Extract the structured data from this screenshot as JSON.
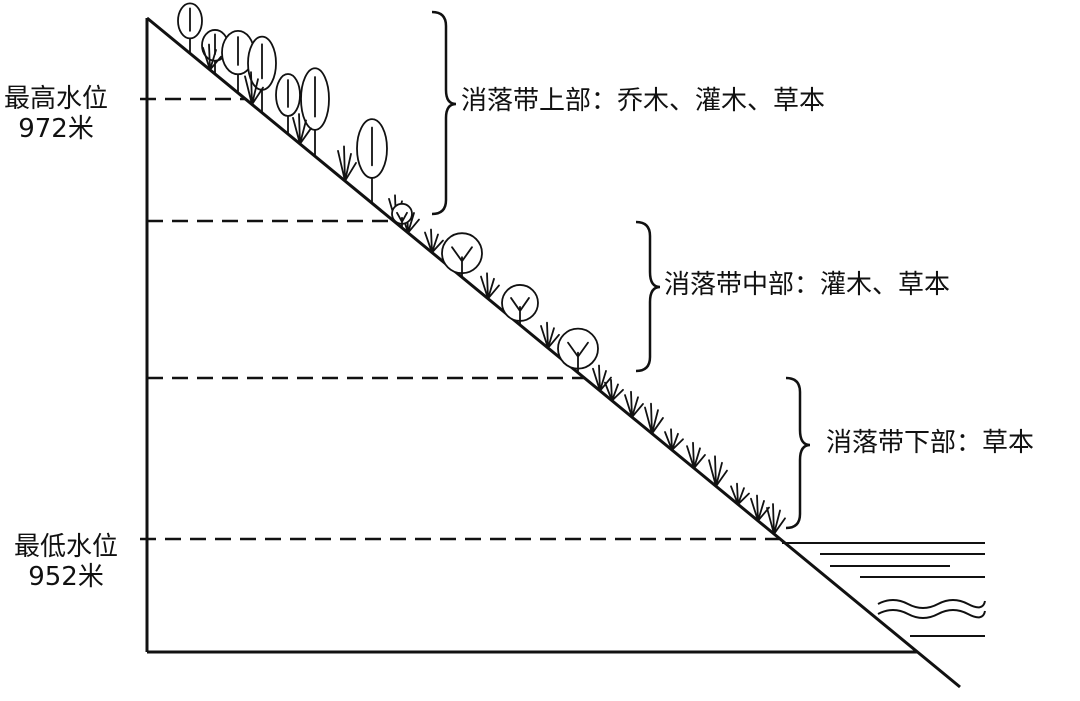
{
  "water_levels": {
    "highest": {
      "label": "最高水位",
      "value": "972米"
    },
    "lowest": {
      "label": "最低水位",
      "value": "952米"
    }
  },
  "zones": [
    {
      "label": "消落带上部：乔木、灌木、草本"
    },
    {
      "label": "消落带中部：灌木、草本"
    },
    {
      "label": "消落带下部：草本"
    }
  ]
}
